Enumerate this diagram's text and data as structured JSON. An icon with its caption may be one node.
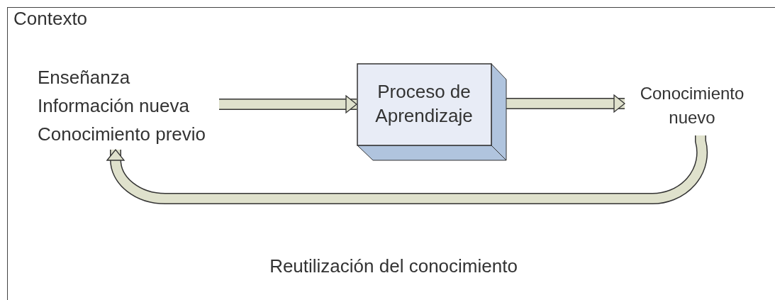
{
  "diagram": {
    "nodes": [
      {
        "text": [
          "Contexto"
        ]
      },
      {
        "text": [
          "Enseñanza",
          "Información nueva",
          "Conocimiento previo"
        ],
        "in": 0
      },
      {
        "text": [
          "Proceso de Aprendizaje"
        ],
        "in": 0
      },
      {
        "text": [
          "Conocimiento nuevo"
        ],
        "in": 0
      }
    ],
    "edges": [
      {
        "from": 1,
        "to": 2,
        "arrow": "to"
      },
      {
        "from": 2,
        "to": 3,
        "arrow": "to"
      },
      {
        "from": 3,
        "to": 1,
        "arrow": "to",
        "label": "Reutilización del conocimiento"
      }
    ]
  }
}
